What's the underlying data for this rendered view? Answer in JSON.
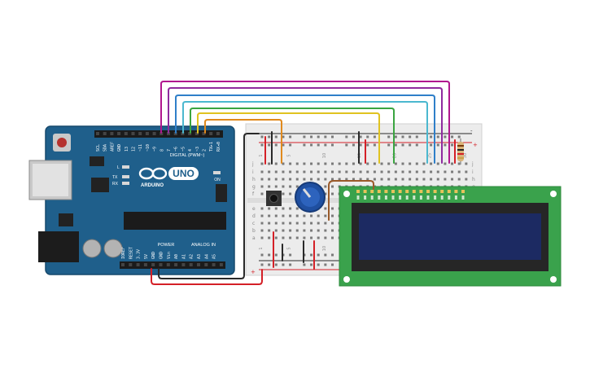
{
  "circuit": {
    "arduino": {
      "logo": "UNO",
      "brand": "ARDUINO",
      "digital_header": "DIGITAL (PWM~)",
      "power_header": "POWER",
      "analog_header": "ANALOG IN",
      "on_label": "ON",
      "led_labels": [
        "L",
        "TX",
        "RX"
      ],
      "top_pins": [
        "SCL",
        "SDA",
        "AREF",
        "GND",
        "13",
        "12",
        "~11",
        "~10",
        "~9",
        "8",
        "7",
        "~6",
        "~5",
        "4",
        "~3",
        "2",
        "TX▸1",
        "RX◂0"
      ],
      "bottom_pins": [
        "IOREF",
        "RESET",
        "3.3V",
        "5V",
        "GND",
        "GND",
        "Vin",
        "A0",
        "A1",
        "A2",
        "A3",
        "A4",
        "A5"
      ],
      "board_color": "#1f5f8b"
    },
    "breadboard": {
      "row_letters": [
        "j",
        "i",
        "h",
        "g",
        "f",
        "e",
        "d",
        "c",
        "b",
        "a"
      ],
      "col_numbers": [
        "1",
        "5",
        "10",
        "15",
        "20",
        "25",
        "30"
      ],
      "rail_marks": [
        "-",
        "+"
      ]
    },
    "lcd": {
      "board_color": "#3aa24c",
      "screen_color": "#1c2a62"
    },
    "wire_colors": {
      "magenta": "#b0178f",
      "purple": "#8e2b9e",
      "blue": "#2f7fc9",
      "cyan": "#4bb8cf",
      "green": "#3aa540",
      "yellow": "#e0c321",
      "orange": "#e08a1e",
      "red": "#d42027",
      "black": "#2a2a2a",
      "brown": "#9a5a2a"
    }
  }
}
